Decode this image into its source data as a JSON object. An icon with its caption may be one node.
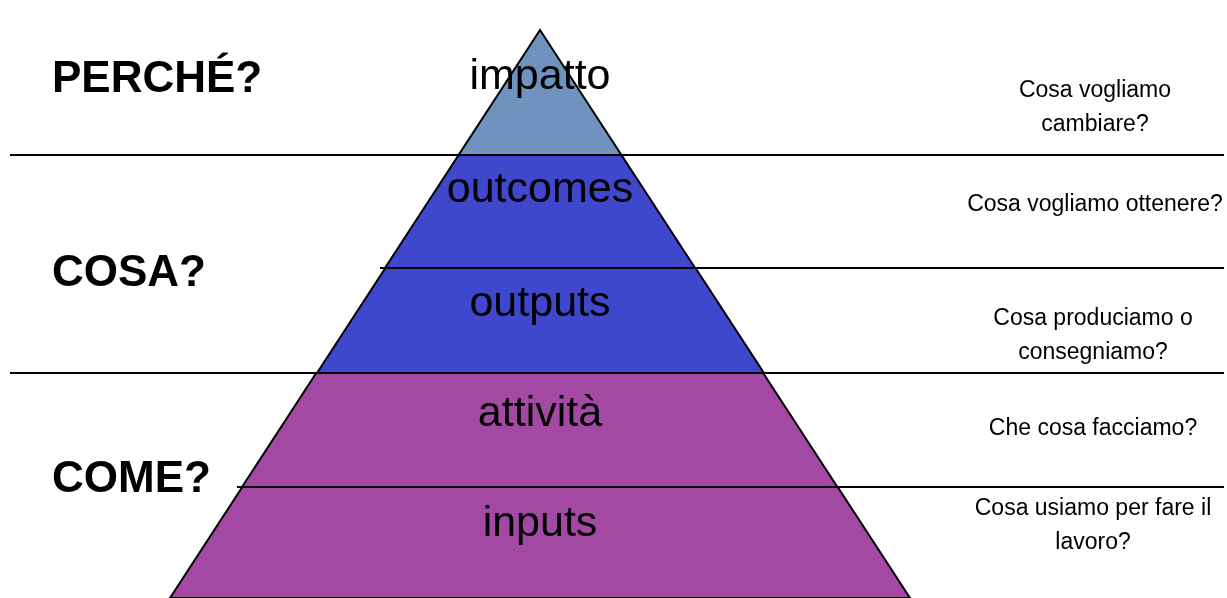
{
  "diagram": {
    "nodes": [
      {
        "text": [
          "impatto"
        ]
      },
      {
        "text": [
          "outcomes"
        ]
      },
      {
        "text": [
          "outputs"
        ]
      },
      {
        "text": [
          "attività"
        ]
      },
      {
        "text": [
          "inputs"
        ]
      }
    ],
    "labels": [
      "PERCHÉ?",
      "Cosa vogliamo cambiare?",
      "Cosa vogliamo ottenere?",
      "COSA?",
      "Cosa produciamo o consegniamo?",
      "Che cosa facciamo?",
      "COME?",
      "Cosa usiamo per fare il lavoro?"
    ]
  }
}
